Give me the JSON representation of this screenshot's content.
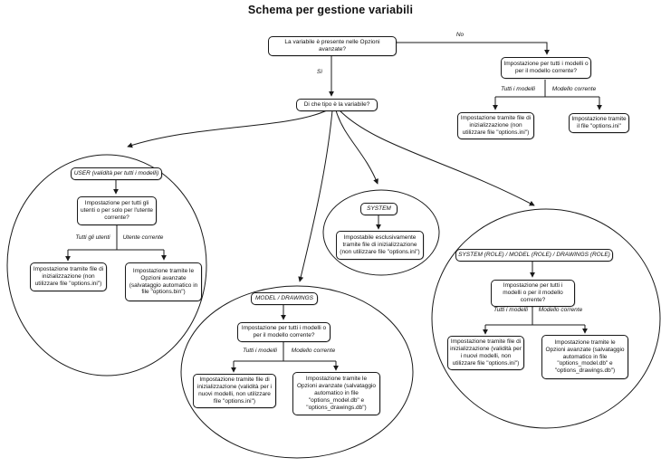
{
  "title": "Schema per gestione variabili",
  "flow": {
    "q1": "La variabile è presente nelle Opzioni avanzate?",
    "no_label": "No",
    "si_label": "Sì",
    "q2": "Di che tipo è la variabile?",
    "top_right": {
      "question": "Impostazione per tutti i modelli o per il modello corrente?",
      "branch_left": "Tutti i modelli",
      "branch_right": "Modello corrente",
      "leaf_left": "Impostazione tramite file di inizializzazione (non utilizzare file \"options.ini\")",
      "leaf_right": "Impostazione tramite il file \"options.ini\""
    },
    "user": {
      "header": "USER (validità per tutti i modelli)",
      "question": "Impostazione per tutti gli utenti o per solo per l'utente corrente?",
      "branch_left": "Tutti gli utenti",
      "branch_right": "Utente corrente",
      "leaf_left": "Impostazione tramite file di inizializzazione (non utilizzare file \"options.ini\")",
      "leaf_right": "Impostazione tramite le Opzioni avanzate (salvataggio automatico in file \"options.bin\")"
    },
    "system": {
      "header": "SYSTEM",
      "leaf": "Impostabile esclusivamente tramite file di inizializzazione (non utilizzare file \"options.ini\")"
    },
    "model_drawings": {
      "header": "MODEL / DRAWINGS",
      "question": "Impostazione per tutti i modelli o per il modello corrente?",
      "branch_left": "Tutti i modelli",
      "branch_right": "Modello corrente",
      "leaf_left": "Impostazione tramite file di inizializzazione (validità per i nuovi modelli, non utilizzare file \"options.ini\")",
      "leaf_right": "Impostazione tramite le Opzioni avanzate (salvataggio automatico in file \"options_model.db\" e \"options_drawings.db\")"
    },
    "role": {
      "header": "SYSTEM (ROLE) / MODEL (ROLE) / DRAWINGS (ROLE)",
      "question": "Impostazione per tutti i modelli o per il modello corrente?",
      "branch_left": "Tutti i modelli",
      "branch_right": "Modello corrente",
      "leaf_left": "Impostazione tramite file di inizializzazione (validità per i nuovi modelli, non utilizzare file \"options.ini\")",
      "leaf_right": "Impostazione tramite le Opzioni avanzate (salvataggio automatico in file \"options_model.db\" e \"options_drawings.db\")"
    }
  },
  "colors": {
    "line": "#1a1a1a",
    "background": "#ffffff",
    "text": "#111111"
  }
}
